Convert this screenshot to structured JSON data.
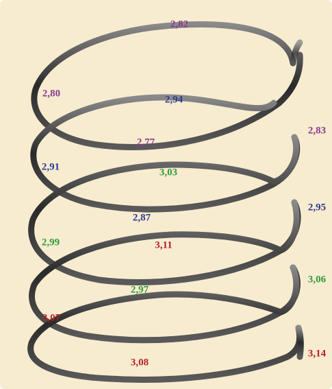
{
  "colors": {
    "background": "#f8ecd0",
    "purple": "#8b3a8f",
    "blue": "#2c3a96",
    "green": "#2f9a3a",
    "red": "#b81e22",
    "coil": "#3a3a3a"
  },
  "labels": [
    {
      "id": "l-2-82",
      "text": "2,82",
      "color": "purple"
    },
    {
      "id": "l-2-80",
      "text": "2,80",
      "color": "purple"
    },
    {
      "id": "l-2-94",
      "text": "2,94",
      "color": "blue"
    },
    {
      "id": "l-2-83",
      "text": "2,83",
      "color": "purple"
    },
    {
      "id": "l-2-77",
      "text": "2,77",
      "color": "purple"
    },
    {
      "id": "l-2-91",
      "text": "2,91",
      "color": "blue"
    },
    {
      "id": "l-3-03",
      "text": "3,03",
      "color": "green"
    },
    {
      "id": "l-2-95",
      "text": "2,95",
      "color": "blue"
    },
    {
      "id": "l-2-87",
      "text": "2,87",
      "color": "blue"
    },
    {
      "id": "l-2-99",
      "text": "2,99",
      "color": "green"
    },
    {
      "id": "l-3-11",
      "text": "3,11",
      "color": "red"
    },
    {
      "id": "l-3-06",
      "text": "3,06",
      "color": "green"
    },
    {
      "id": "l-2-97",
      "text": "2,97",
      "color": "green"
    },
    {
      "id": "l-3-07",
      "text": "3,07",
      "color": "red"
    },
    {
      "id": "l-3-14",
      "text": "3,14",
      "color": "red"
    },
    {
      "id": "l-3-08",
      "text": "3,08",
      "color": "red"
    }
  ]
}
